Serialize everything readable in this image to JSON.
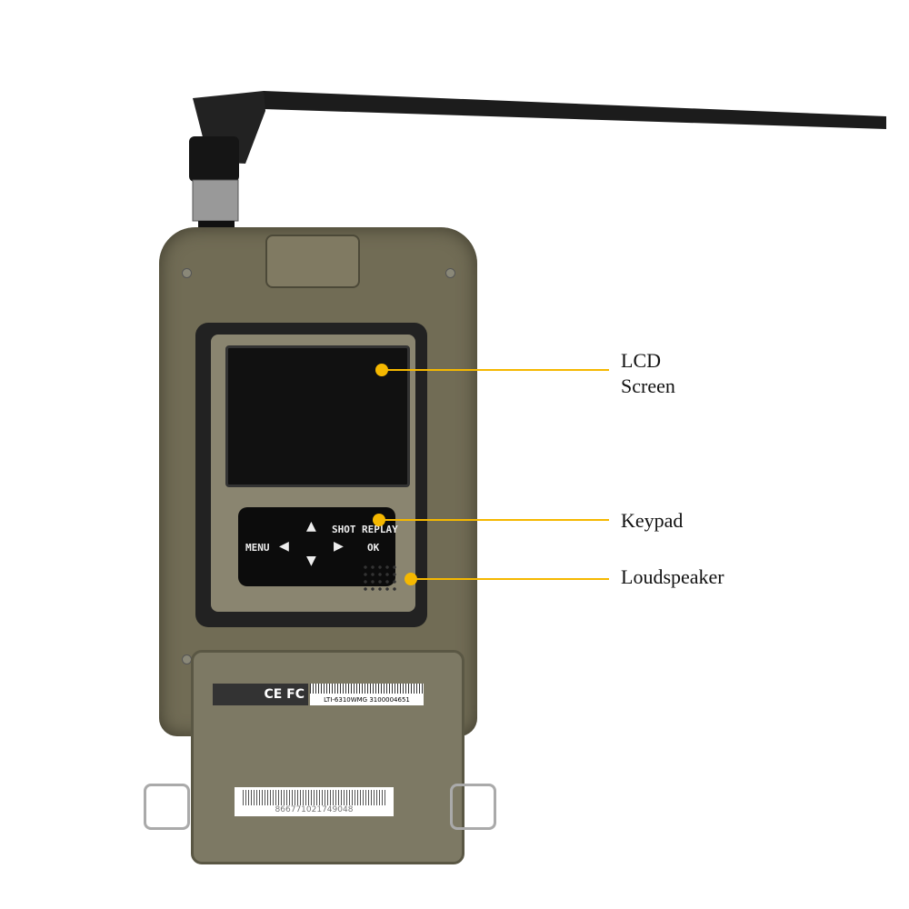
{
  "callouts": [
    {
      "label_line1": "LCD",
      "label_line2": "Screen"
    },
    {
      "label_line1": "Keypad"
    },
    {
      "label_line1": "Loudspeaker"
    }
  ],
  "keypad": {
    "menu": "MENU",
    "shot": "SHOT",
    "replay": "REPLAY",
    "ok": "OK"
  },
  "labels": {
    "certifications": "CE FC",
    "model": "LTI-6310WMG  3100004651",
    "barcode_number": "866771021749048"
  },
  "colors": {
    "accent": "#f5b800",
    "body": "#6e6a52"
  }
}
